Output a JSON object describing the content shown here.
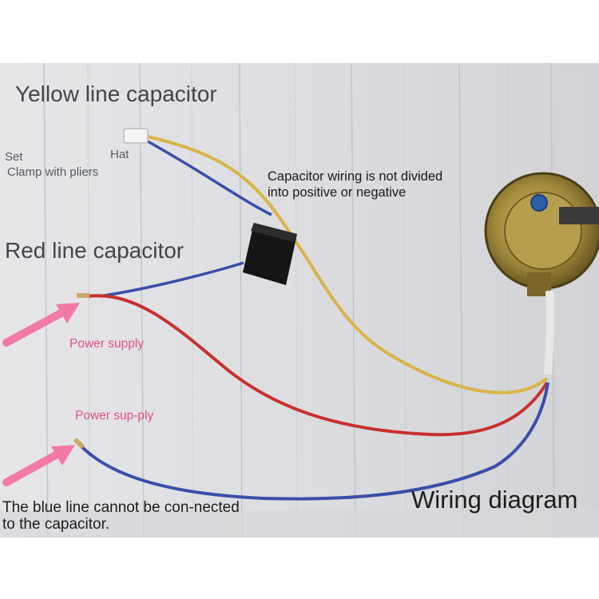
{
  "labels": {
    "yellow_line_capacitor": "Yellow line capacitor",
    "set": "Set",
    "hat": "Hat",
    "clamp_with_pliers": "Clamp with pliers",
    "capacitor_wiring_note": "Capacitor wiring is not divided",
    "capacitor_wiring_note_2": "into positive or negative",
    "red_line_capacitor": "Red line capacitor",
    "power_supply_1": "Power supply",
    "power_supply_2": "Power sup-ply",
    "blue_line_note": "The blue line cannot be con-nected to the capacitor.",
    "wiring_diagram": "Wiring diagram"
  },
  "colors": {
    "yellow_wire": "#d9b44a",
    "red_wire": "#c8302e",
    "blue_wire": "#3a4fa8",
    "arrow_pink": "#f27aa6",
    "capacitor": "#151515",
    "motor": "#a08a3a"
  },
  "icons": [
    "arrow-icon",
    "capacitor-icon",
    "motor-icon",
    "connector-icon"
  ]
}
